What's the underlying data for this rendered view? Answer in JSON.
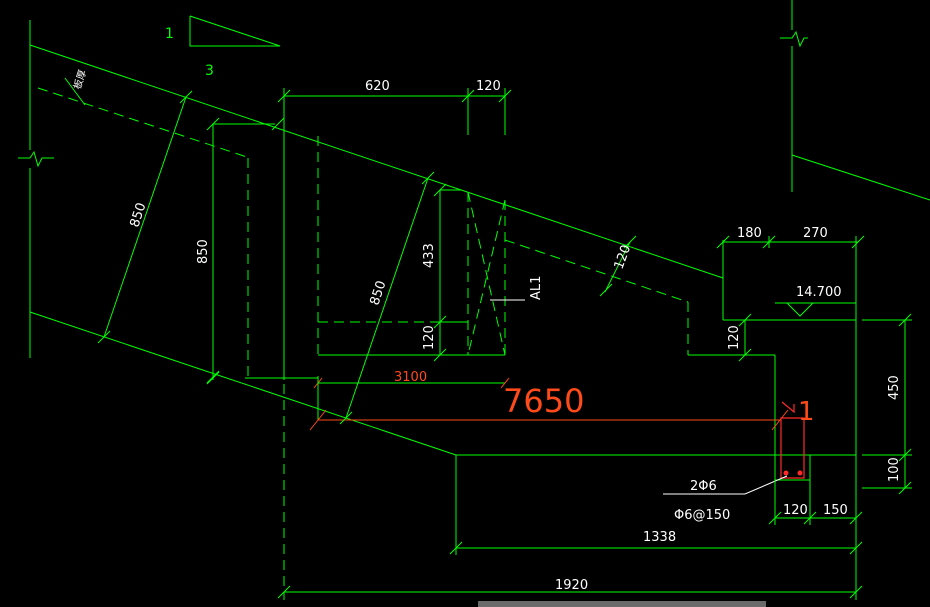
{
  "drawing": {
    "slope_ratio": {
      "rise": "1",
      "run": "3"
    },
    "dims": {
      "d620": "620",
      "d120_top": "120",
      "d850_left_diag": "850",
      "d850_vert": "850",
      "d850_mid_diag": "850",
      "d433": "433",
      "d120_mid": "120",
      "d120_diag": "120",
      "d3100": "3100",
      "d7650": "7650",
      "d180": "180",
      "d270": "270",
      "d120_right": "120",
      "d450": "450",
      "d100": "100",
      "d120_bottom": "120",
      "d150": "150",
      "d1338": "1338",
      "d1920": "1920"
    },
    "labels": {
      "elevation": "14.700",
      "member": "AL1",
      "rebar_main": "2Φ6",
      "rebar_stirrup": "Φ6@150",
      "section_mark": "1",
      "left_note": "板厚"
    },
    "colors": {
      "background": "#000000",
      "lines": "#00ff00",
      "text": "#ffffff",
      "highlight": "#ff4a1a"
    }
  }
}
